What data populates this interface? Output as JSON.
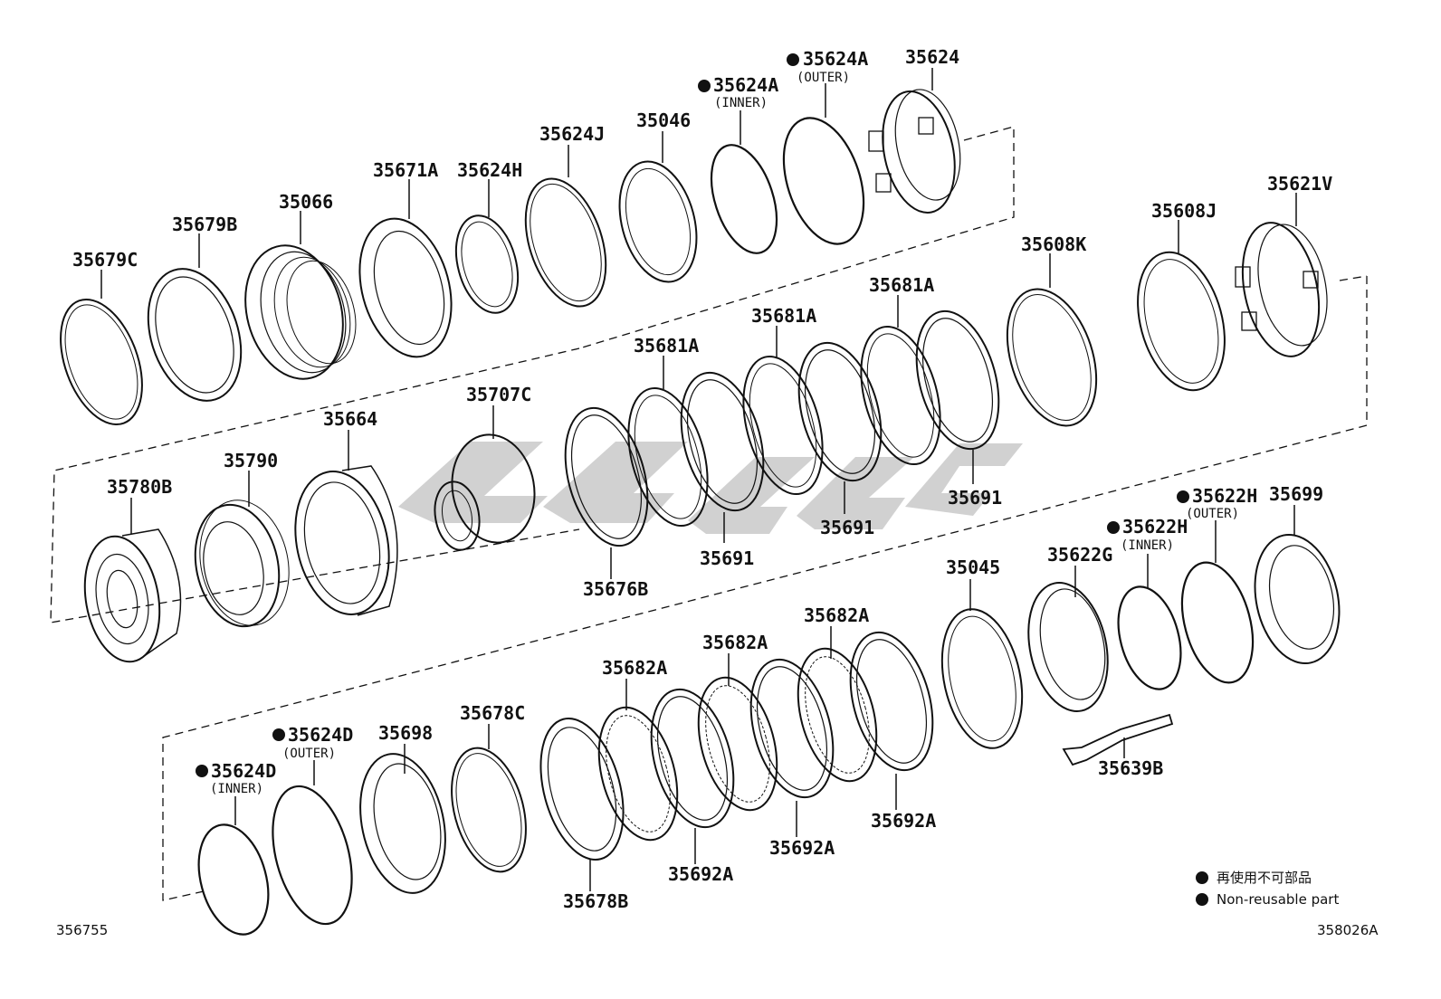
{
  "diagram": {
    "parts": [
      {
        "id": "p_35624",
        "number": "35624",
        "note": "",
        "nonreusable": false
      },
      {
        "id": "p_35624A_outer",
        "number": "35624A",
        "note": "(OUTER)",
        "nonreusable": true
      },
      {
        "id": "p_35624A_inner",
        "number": "35624A",
        "note": "(INNER)",
        "nonreusable": true
      },
      {
        "id": "p_35046",
        "number": "35046",
        "note": "",
        "nonreusable": false
      },
      {
        "id": "p_35624J",
        "number": "35624J",
        "note": "",
        "nonreusable": false
      },
      {
        "id": "p_35624H",
        "number": "35624H",
        "note": "",
        "nonreusable": false
      },
      {
        "id": "p_35671A",
        "number": "35671A",
        "note": "",
        "nonreusable": false
      },
      {
        "id": "p_35066",
        "number": "35066",
        "note": "",
        "nonreusable": false
      },
      {
        "id": "p_35679B",
        "number": "35679B",
        "note": "",
        "nonreusable": false
      },
      {
        "id": "p_35679C",
        "number": "35679C",
        "note": "",
        "nonreusable": false
      },
      {
        "id": "p_35621V",
        "number": "35621V",
        "note": "",
        "nonreusable": false
      },
      {
        "id": "p_35608J",
        "number": "35608J",
        "note": "",
        "nonreusable": false
      },
      {
        "id": "p_35608K",
        "number": "35608K",
        "note": "",
        "nonreusable": false
      },
      {
        "id": "p_35681A_1",
        "number": "35681A",
        "note": "",
        "nonreusable": false
      },
      {
        "id": "p_35681A_2",
        "number": "35681A",
        "note": "",
        "nonreusable": false
      },
      {
        "id": "p_35681A_3",
        "number": "35681A",
        "note": "",
        "nonreusable": false
      },
      {
        "id": "p_35691_1",
        "number": "35691",
        "note": "",
        "nonreusable": false
      },
      {
        "id": "p_35691_2",
        "number": "35691",
        "note": "",
        "nonreusable": false
      },
      {
        "id": "p_35691_3",
        "number": "35691",
        "note": "",
        "nonreusable": false
      },
      {
        "id": "p_35676B",
        "number": "35676B",
        "note": "",
        "nonreusable": false
      },
      {
        "id": "p_35707C",
        "number": "35707C",
        "note": "",
        "nonreusable": false
      },
      {
        "id": "p_35664",
        "number": "35664",
        "note": "",
        "nonreusable": false
      },
      {
        "id": "p_35790",
        "number": "35790",
        "note": "",
        "nonreusable": false
      },
      {
        "id": "p_35780B",
        "number": "35780B",
        "note": "",
        "nonreusable": false
      },
      {
        "id": "p_35699",
        "number": "35699",
        "note": "",
        "nonreusable": false
      },
      {
        "id": "p_35622H_outer",
        "number": "35622H",
        "note": "(OUTER)",
        "nonreusable": true
      },
      {
        "id": "p_35622H_inner",
        "number": "35622H",
        "note": "(INNER)",
        "nonreusable": true
      },
      {
        "id": "p_35622G",
        "number": "35622G",
        "note": "",
        "nonreusable": false
      },
      {
        "id": "p_35045",
        "number": "35045",
        "note": "",
        "nonreusable": false
      },
      {
        "id": "p_35639B",
        "number": "35639B",
        "note": "",
        "nonreusable": false
      },
      {
        "id": "p_35682A_1",
        "number": "35682A",
        "note": "",
        "nonreusable": false
      },
      {
        "id": "p_35682A_2",
        "number": "35682A",
        "note": "",
        "nonreusable": false
      },
      {
        "id": "p_35682A_3",
        "number": "35682A",
        "note": "",
        "nonreusable": false
      },
      {
        "id": "p_35692A_1",
        "number": "35692A",
        "note": "",
        "nonreusable": false
      },
      {
        "id": "p_35692A_2",
        "number": "35692A",
        "note": "",
        "nonreusable": false
      },
      {
        "id": "p_35692A_3",
        "number": "35692A",
        "note": "",
        "nonreusable": false
      },
      {
        "id": "p_35678C",
        "number": "35678C",
        "note": "",
        "nonreusable": false
      },
      {
        "id": "p_35678B",
        "number": "35678B",
        "note": "",
        "nonreusable": false
      },
      {
        "id": "p_35698",
        "number": "35698",
        "note": "",
        "nonreusable": false
      },
      {
        "id": "p_35624D_outer",
        "number": "35624D",
        "note": "(OUTER)",
        "nonreusable": true
      },
      {
        "id": "p_35624D_inner",
        "number": "35624D",
        "note": "(INNER)",
        "nonreusable": true
      }
    ],
    "legend": {
      "jp": "再使用不可部品",
      "en": "Non-reusable part"
    },
    "footer": {
      "left_code": "356755",
      "right_code": "358026A"
    },
    "colors": {
      "line": "#111111",
      "watermark": "#c8c8c8",
      "background": "#ffffff"
    }
  }
}
